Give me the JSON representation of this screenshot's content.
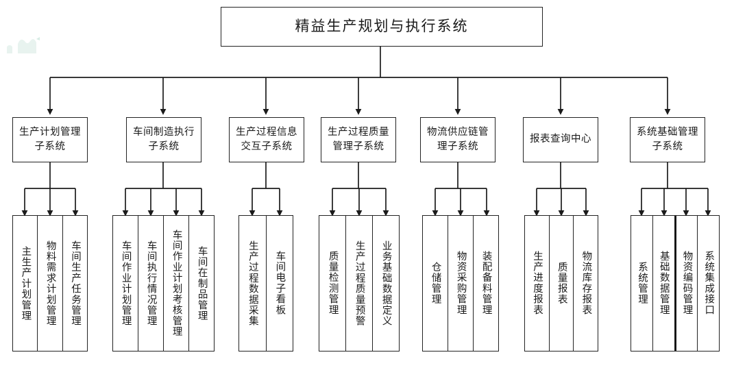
{
  "diagram": {
    "title": "精益生产规划与执行系统",
    "type": "hierarchy-tree",
    "levels": 3,
    "colors": {
      "stroke": "#222222",
      "background": "#ffffff",
      "watermark": "#e8f3ef"
    }
  },
  "root": {
    "label": "精益生产规划与执行系统"
  },
  "subsystems": [
    {
      "label_lines": [
        "生产计划管理",
        "子系统"
      ],
      "label": "生产计划管理子系统",
      "children": [
        "主生产计划管理",
        "物料需求计划管理",
        "车间生产任务管理"
      ]
    },
    {
      "label_lines": [
        "车间制造执行",
        "子系统"
      ],
      "label": "车间制造执行子系统",
      "children": [
        "车间作业计划管理",
        "车间执行情况管理",
        "车间作业计划考核管理",
        "车间在制品管理"
      ]
    },
    {
      "label_lines": [
        "生产过程信息",
        "交互子系统"
      ],
      "label": "生产过程信息交互子系统",
      "children": [
        "生产过程数据采集",
        "车间电子看板"
      ]
    },
    {
      "label_lines": [
        "生产过程质量",
        "管理子系统"
      ],
      "label": "生产过程质量管理子系统",
      "children": [
        "质量检测管理",
        "生产过程质量预警",
        "业务基础数据定义"
      ]
    },
    {
      "label_lines": [
        "物流供应链管",
        "理子系统"
      ],
      "label": "物流供应链管理子系统",
      "children": [
        "仓储管理",
        "物资采购管理",
        "装配备料管理"
      ]
    },
    {
      "label_lines": [
        "报表查询中心"
      ],
      "label": "报表查询中心",
      "children": [
        "生产进度报表",
        "质量报表",
        "物流库存报表"
      ]
    },
    {
      "label_lines": [
        "系统基础管理",
        "子系统"
      ],
      "label": "系统基础管理子系统",
      "children": [
        "系统管理",
        "基础数据管理",
        "物资编码管理",
        "系统集成接口"
      ]
    }
  ]
}
